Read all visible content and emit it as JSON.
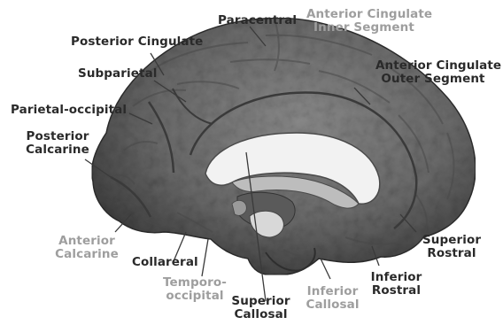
{
  "colors": {
    "label_dark": "#2a2a2a",
    "label_light": "#9e9e9e",
    "brain_base": "#6f6f6f",
    "brain_shadow": "#3a3a3a",
    "callosum": "#f2f2f2"
  },
  "labels": {
    "paracentral": "Paracentral",
    "ant_cing_inner": [
      "Anterior Cingulate",
      "Inner Segment"
    ],
    "post_cingulate": "Posterior Cingulate",
    "ant_cing_outer": [
      "Anterior Cingulate",
      "Outer Segment"
    ],
    "subparietal": "Subparietal",
    "parietal_occipital": "Parietal-occipital",
    "post_calcarine": [
      "Posterior",
      "Calcarine"
    ],
    "ant_calcarine": [
      "Anterior",
      "Calcarine"
    ],
    "collareral": "Collareral",
    "temporo_occipital": [
      "Temporo-",
      "occipital"
    ],
    "superior_callosal": [
      "Superior",
      "Callosal"
    ],
    "inferior_callosal": [
      "Inferior",
      "Callosal"
    ],
    "inferior_rostral": [
      "Inferior",
      "Rostral"
    ],
    "superior_rostral": [
      "Superior",
      "Rostral"
    ]
  }
}
